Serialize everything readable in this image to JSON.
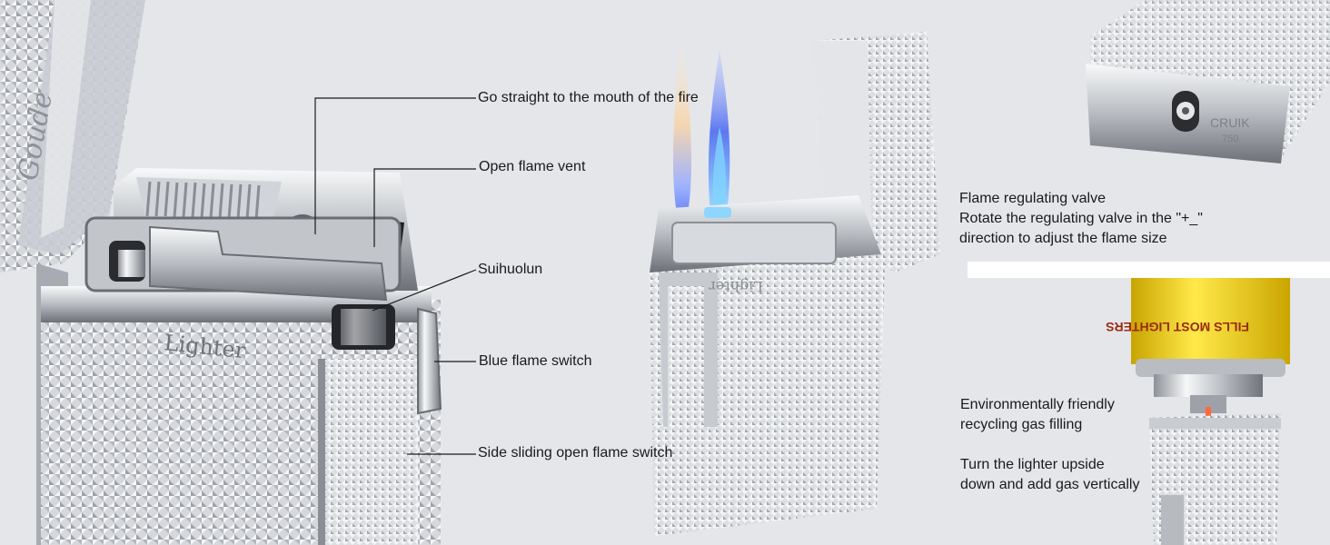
{
  "callouts": [
    {
      "text": "Go straight to the mouth of the fire"
    },
    {
      "text": "Open flame vent"
    },
    {
      "text": "Suihuolun"
    },
    {
      "text": "Blue flame switch"
    },
    {
      "text": "Side sliding open flame switch"
    }
  ],
  "valve": {
    "title": "Flame regulating valve",
    "line1": "Rotate the regulating valve in the \"+_\"",
    "line2": "direction to adjust the flame size"
  },
  "refill": {
    "line1": "Environmentally friendly",
    "line2": "recycling gas filling",
    "line3": "Turn the lighter upside",
    "line4": "down and add gas vertically"
  },
  "engraving": {
    "brand": "Lighter",
    "signature": "Goude",
    "valve_brand": "CRUIK",
    "valve_number": "750",
    "canister_text": "FILLS MOST LIGHTERS"
  },
  "icons": [
    "lighter-photo-closeup",
    "lighter-photo-flame",
    "valve-photo",
    "gas-canister-photo"
  ]
}
